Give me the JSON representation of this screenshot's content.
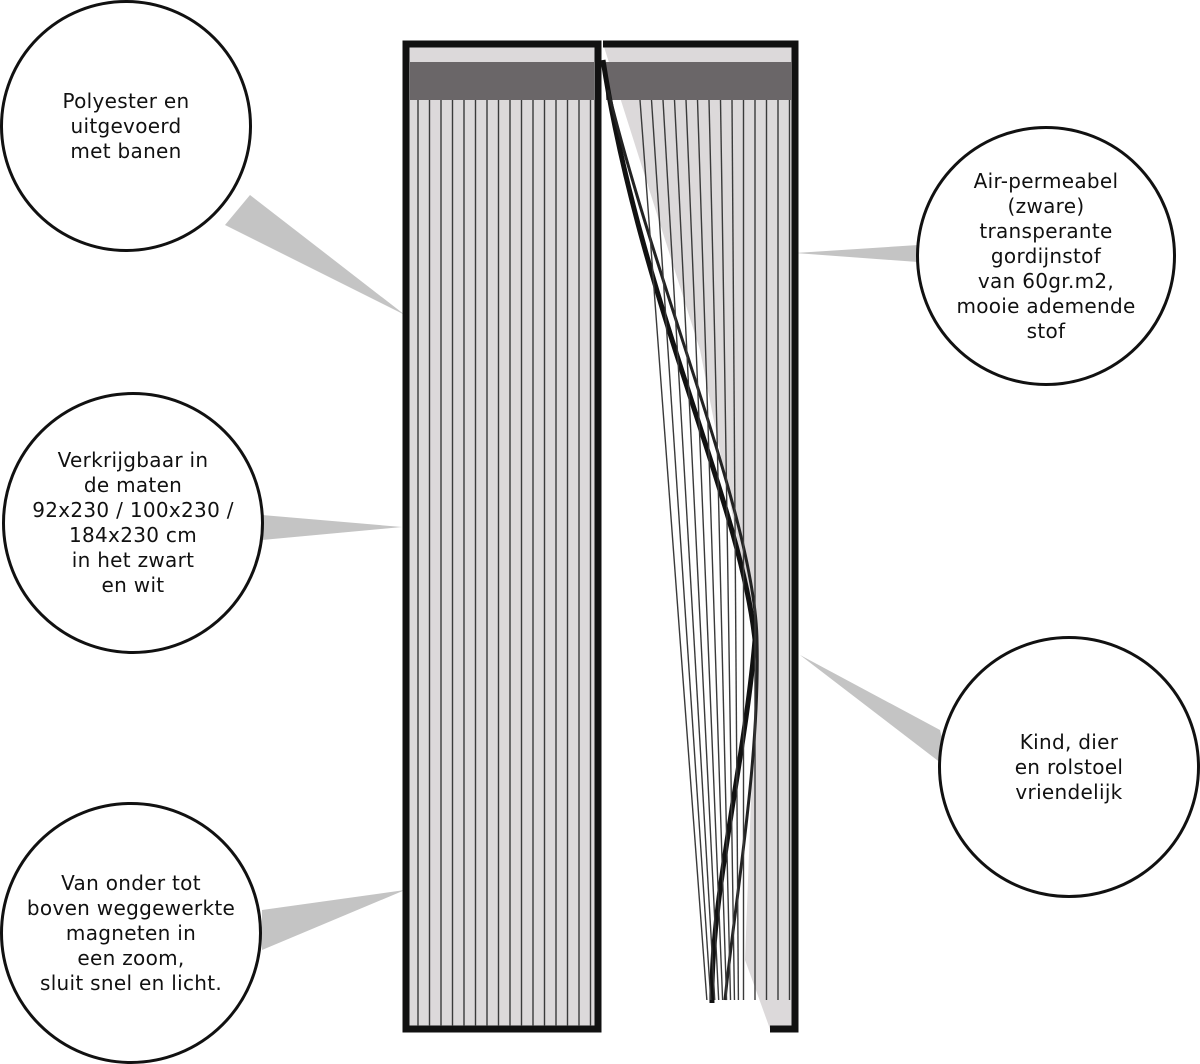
{
  "callouts": {
    "polyester": [
      "Polyester en",
      "uitgevoerd",
      "met banen"
    ],
    "sizes": [
      "Verkrijgbaar in",
      "de maten",
      "92x230 / 100x230 /",
      "184x230 cm",
      "in het zwart",
      "en wit"
    ],
    "magnets": [
      "Van onder tot",
      "boven weggewerkte",
      "magneten in",
      "een zoom,",
      "sluit snel en licht."
    ],
    "fabric": [
      "Air-permeabel",
      "(zware)",
      "transperante",
      "gordijnstof",
      "van 60gr.m2,",
      "mooie ademende",
      "stof"
    ],
    "friendly": [
      "Kind, dier",
      "en rolstoel",
      "vriendelijk"
    ]
  },
  "colors": {
    "frame": "#111111",
    "mesh": "#d8d5d6",
    "pointer": "#c4c4c4"
  }
}
